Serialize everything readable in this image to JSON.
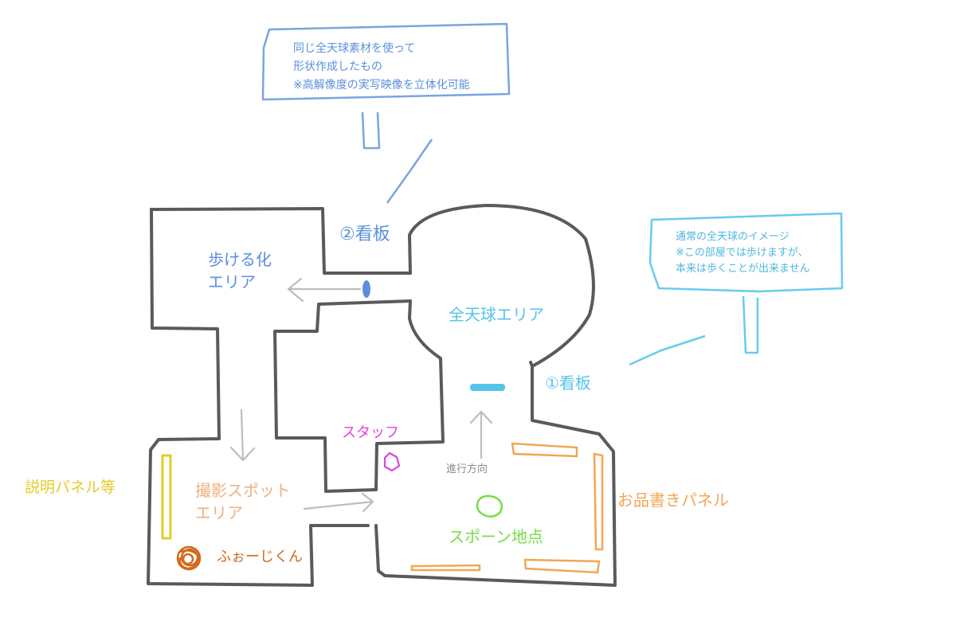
{
  "callouts": {
    "top": {
      "lines": "同じ全天球素材を使って\n形状作成したもの\n※高解像度の実写映像を立体化可能",
      "color": "#7aa4e0"
    },
    "right": {
      "lines": "通常の全天球のイメージ\n※この部屋では歩けますが、\n本来は歩くことが出来ません",
      "color": "#66ccee"
    }
  },
  "labels": {
    "sign2": "②看板",
    "walkable_area": "歩ける化\nエリア",
    "sphere_area": "全天球エリア",
    "sign1": "①看板",
    "staff": "スタッフ",
    "direction": "進行方向",
    "description_panels": "説明パネル等",
    "photo_spot": "撮影スポット\nエリア",
    "menu_panel": "お品書きパネル",
    "spawn_point": "スポーン地点",
    "fouji": "ふぉーじくん"
  },
  "colors": {
    "wall": "#5a5a5a",
    "blue": "#5b8fdd",
    "cyan": "#55c4ea",
    "arrow": "#bdbdbd",
    "magenta": "#dd44dd",
    "yellow": "#e4cc2a",
    "peach": "#f0b07e",
    "orange_panel": "#f2a655",
    "dark_orange": "#d3691c",
    "green": "#77dd44",
    "gray_text": "#8a8a8a"
  }
}
